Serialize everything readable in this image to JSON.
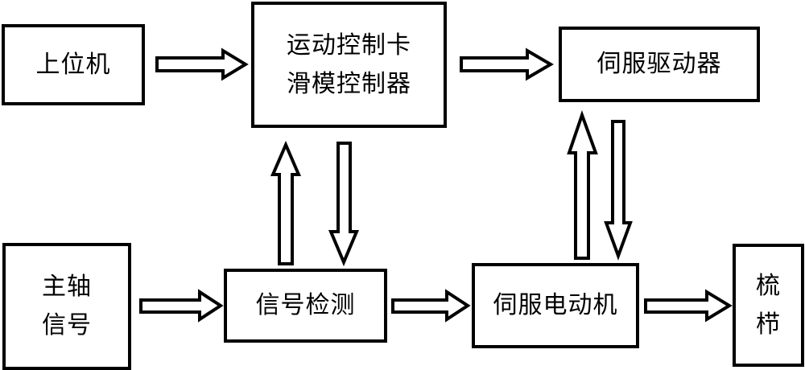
{
  "diagram": {
    "type": "block-diagram",
    "nodes": {
      "host": {
        "lines": [
          "上位机"
        ]
      },
      "controller": {
        "lines": [
          "运动控制卡",
          "滑模控制器"
        ]
      },
      "servo_driver": {
        "lines": [
          "伺服驱动器"
        ]
      },
      "spindle_signal": {
        "lines": [
          "主轴",
          "信号"
        ]
      },
      "signal_detection": {
        "lines": [
          "信号检测"
        ]
      },
      "servo_motor": {
        "lines": [
          "伺服电动机"
        ]
      },
      "guide_bar": {
        "lines": [
          "梳",
          "栉"
        ]
      }
    },
    "edges": [
      {
        "from": "host",
        "to": "controller"
      },
      {
        "from": "controller",
        "to": "servo_driver"
      },
      {
        "from": "signal_detection",
        "to": "controller"
      },
      {
        "from": "controller",
        "to": "signal_detection"
      },
      {
        "from": "servo_motor",
        "to": "servo_driver"
      },
      {
        "from": "servo_driver",
        "to": "servo_motor"
      },
      {
        "from": "spindle_signal",
        "to": "signal_detection"
      },
      {
        "from": "signal_detection",
        "to": "servo_motor"
      },
      {
        "from": "servo_motor",
        "to": "guide_bar"
      }
    ]
  }
}
